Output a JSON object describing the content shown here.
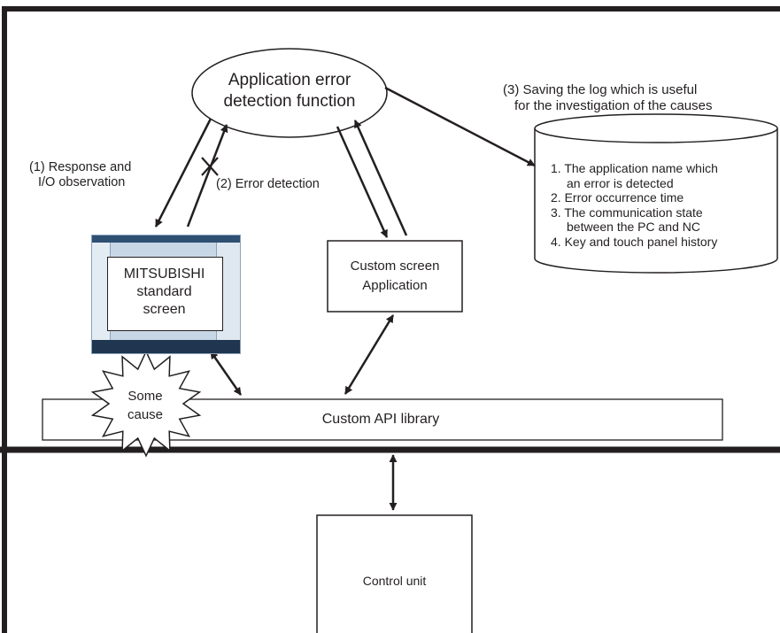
{
  "oval": {
    "line1": "Application error",
    "line2": "detection function"
  },
  "labels": {
    "response": {
      "line1": "(1) Response and",
      "line2": "I/O observation"
    },
    "error_detection": "(2) Error detection",
    "saving_log": {
      "line1": "(3) Saving the log which is useful",
      "line2": "for the investigation of the causes"
    }
  },
  "database_items": [
    {
      "line1": "1. The application name which",
      "line2": "an error is detected"
    },
    {
      "line1": "2. Error occurrence time",
      "line2": ""
    },
    {
      "line1": "3. The communication state",
      "line2": "between the PC and NC"
    },
    {
      "line1": "4. Key and touch panel history",
      "line2": ""
    }
  ],
  "mitsubishi_screen": {
    "line1": "MITSUBISHI",
    "line2": "standard",
    "line3": "screen"
  },
  "custom_app": {
    "line1": "Custom screen",
    "line2": "Application"
  },
  "some_cause": {
    "line1": "Some",
    "line2": "cause"
  },
  "api_library": "Custom API library",
  "control_unit": "Control unit",
  "colors": {
    "line": "#231f20",
    "screen_bg": "#c7d7e6",
    "screen_bar": "#2f4f73"
  }
}
